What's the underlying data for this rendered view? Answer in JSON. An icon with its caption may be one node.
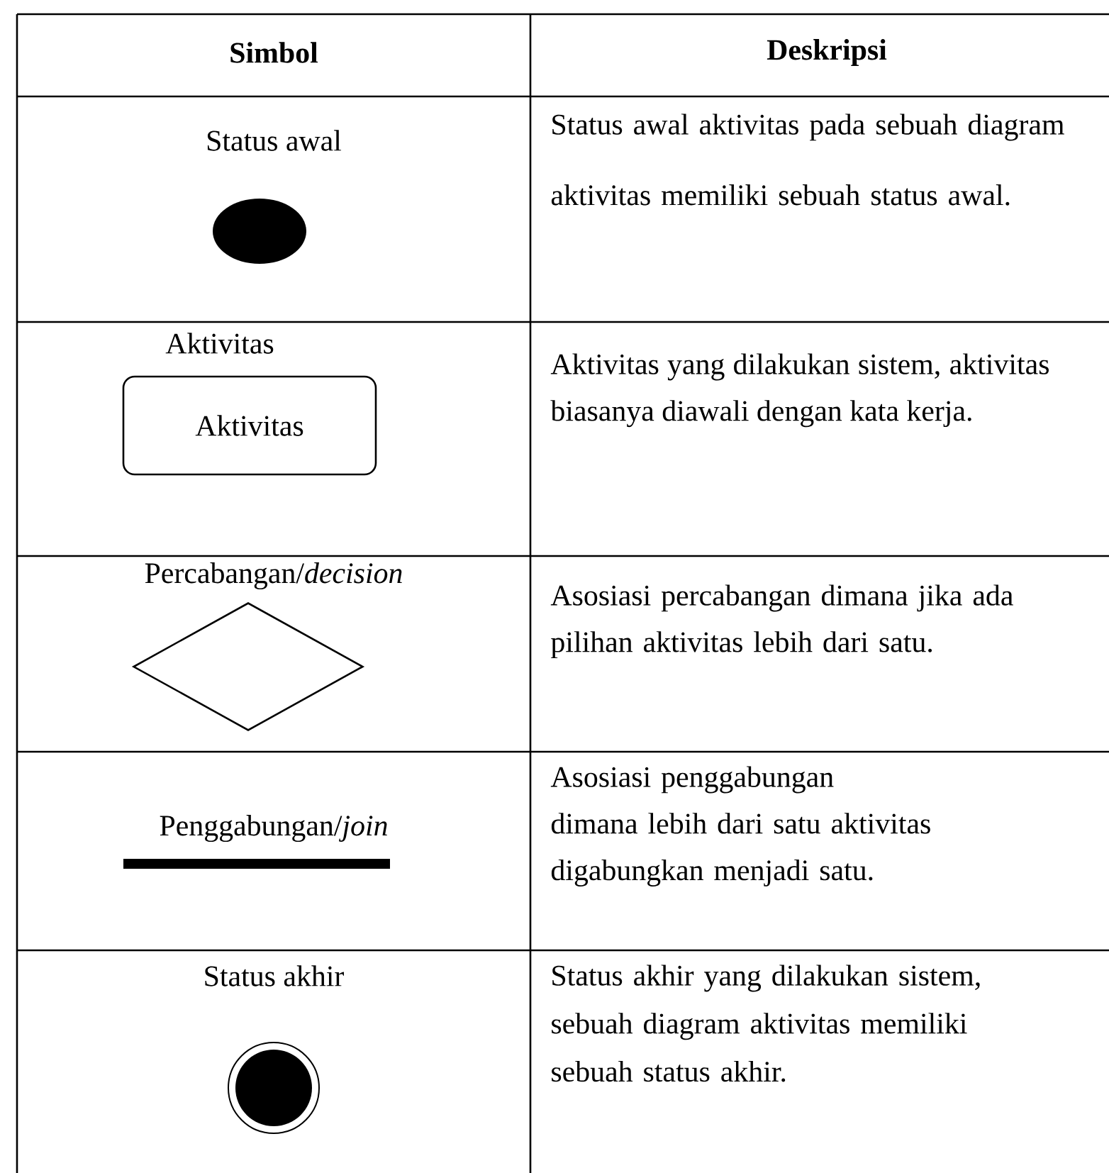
{
  "diagram": {
    "nodes": [
      {
        "text": [],
        "shape": "circle"
      },
      {
        "text": [
          "Aktivitas"
        ]
      },
      {
        "text": [],
        "shape": "diamond"
      },
      {
        "text": [],
        "shape": "bar"
      },
      {
        "text": [],
        "shape": "bullseye"
      }
    ],
    "labels": [
      "Simbol",
      "Deskripsi",
      "Status awal",
      "Status awal aktivitas pada sebuah diagram aktivitas memiliki sebuah status awal.",
      "Aktivitas",
      "Aktivitas yang dilakukan sistem, aktivitas biasanya diawali dengan kata kerja.",
      "Percabangan/*decision*",
      "Asosiasi percabangan dimana jika ada pilihan aktivitas lebih dari satu.",
      "Penggabungan/*join*",
      "Asosiasi penggabungan dimana lebih dari satu aktivitas digabungkan menjadi satu.",
      "Status akhir",
      "Status akhir yang dilakukan sistem, sebuah diagram aktivitas memiliki sebuah status akhir."
    ]
  }
}
